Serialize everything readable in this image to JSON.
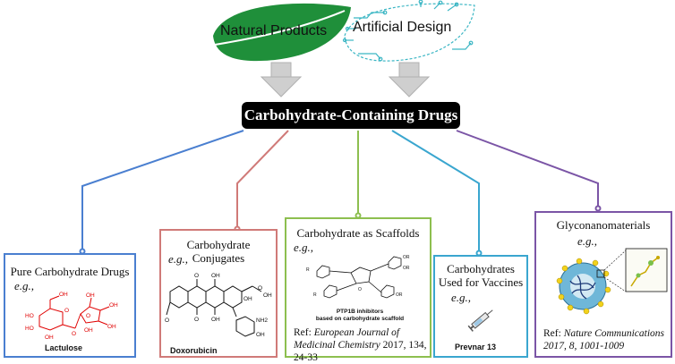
{
  "sources": {
    "natural": "Natural Products",
    "artificial": "Artificial Design"
  },
  "main_title": "Carbohydrate-Containing Drugs",
  "boxes": {
    "pure": {
      "title": "Pure Carbohydrate Drugs",
      "eg": "e.g.,",
      "example": "Lactulose",
      "color": "#4a7fd0"
    },
    "conjugates": {
      "title": "Carbohydrate Conjugates",
      "eg": "e.g.,",
      "example": "Doxorubicin",
      "color": "#d07a78"
    },
    "scaffolds": {
      "title": "Carbohydrate as Scaffolds",
      "eg": "e.g.,",
      "example_line1": "PTP1B inhibitors",
      "example_line2": "based on carbohydrate scaffold",
      "ref_prefix": "Ref: ",
      "ref_journal": "European Journal of Medicinal Chemistry",
      "ref_rest": " 2017, 134, 24-33",
      "color": "#8dbf4f"
    },
    "vaccines": {
      "title_line1": "Carbohydrates",
      "title_line2": "Used for Vaccines",
      "eg": "e.g.,",
      "example": "Prevnar 13",
      "color": "#3aa6cf"
    },
    "glyco": {
      "title": "Glyconanomaterials",
      "eg": "e.g.,",
      "ref_prefix": "Ref: ",
      "ref_journal": "Nature Communications",
      "ref_rest": " 2017, 8, 1001-1009",
      "color": "#7b55a6"
    }
  },
  "molecule_labels": {
    "lactulose": [
      "OH",
      "OH",
      "HO",
      "HO",
      "OH",
      "O",
      "O",
      "OH",
      "OH",
      "OH",
      "O"
    ],
    "doxorubicin": [
      "O",
      "OH",
      "O",
      "OH",
      "OH",
      "O",
      "OH",
      "O",
      "NH2",
      "OH"
    ]
  }
}
